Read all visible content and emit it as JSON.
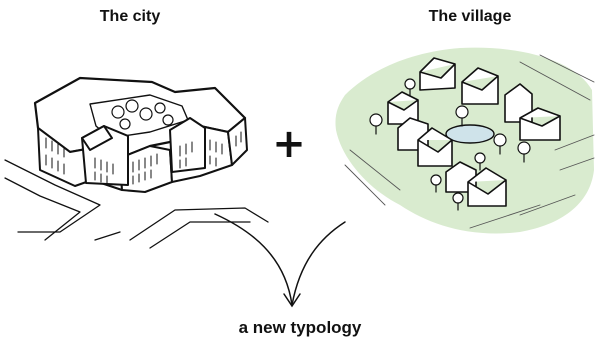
{
  "labels": {
    "city": "The city",
    "village": "The village",
    "operator": "+",
    "result": "a new typology"
  },
  "colors": {
    "ink": "#111111",
    "green_area": "#d9ebcf",
    "pond": "#cfe3ea"
  }
}
